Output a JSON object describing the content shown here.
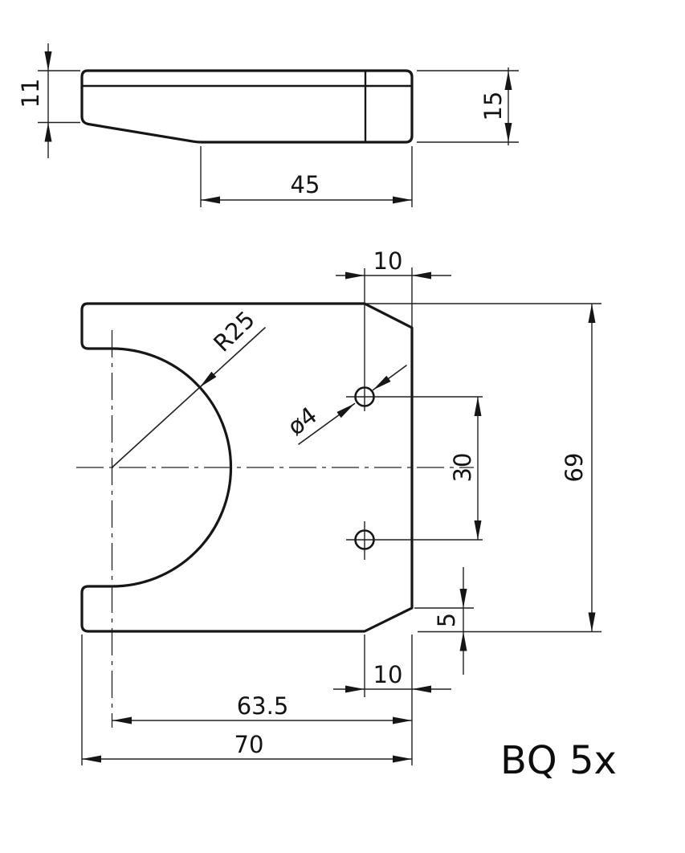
{
  "drawing": {
    "part_label": "BQ 5x",
    "side_view": {
      "dim_height_left": "11",
      "dim_height_right": "15",
      "dim_length_bottom": "45"
    },
    "front_view": {
      "dim_chamfer_top_width": "10",
      "dim_opening_radius": "R25",
      "dim_hole_diameter": "ø4",
      "dim_hole_spacing": "30",
      "dim_overall_height": "69",
      "dim_chamfer_bottom_height": "5",
      "dim_chamfer_bottom_width": "10",
      "dim_center_to_edge": "63.5",
      "dim_overall_width": "70"
    }
  }
}
